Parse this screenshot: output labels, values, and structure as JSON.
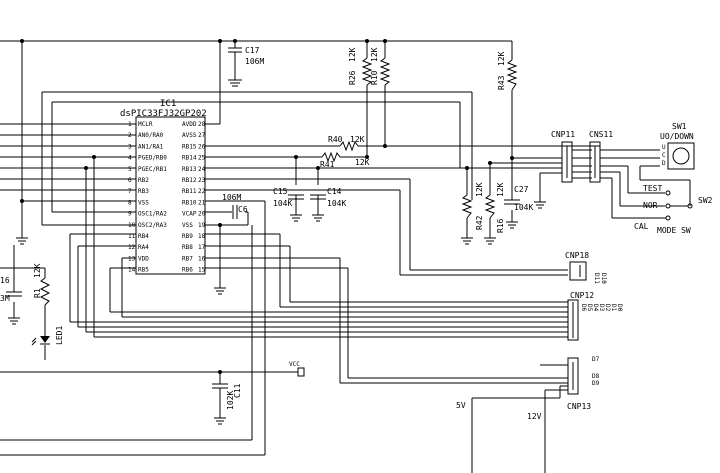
{
  "ic": {
    "ref": "IC1",
    "part": "dsPIC33FJ32GP202",
    "left_pins": [
      {
        "num": "1",
        "name": "MCLR"
      },
      {
        "num": "2",
        "name": "AN0/RA0"
      },
      {
        "num": "3",
        "name": "AN1/RA1"
      },
      {
        "num": "4",
        "name": "PGED/RB0"
      },
      {
        "num": "5",
        "name": "PGEC/RB1"
      },
      {
        "num": "6",
        "name": "RB2"
      },
      {
        "num": "7",
        "name": "RB3"
      },
      {
        "num": "8",
        "name": "VSS"
      },
      {
        "num": "9",
        "name": "OSC1/RA2"
      },
      {
        "num": "10",
        "name": "OSC2/RA3"
      },
      {
        "num": "11",
        "name": "RB4"
      },
      {
        "num": "12",
        "name": "RA4"
      },
      {
        "num": "13",
        "name": "VDD"
      },
      {
        "num": "14",
        "name": "RB5"
      }
    ],
    "right_pins": [
      {
        "num": "28",
        "name": "AVDD"
      },
      {
        "num": "27",
        "name": "AVSS"
      },
      {
        "num": "26",
        "name": "RB15"
      },
      {
        "num": "25",
        "name": "RB14"
      },
      {
        "num": "24",
        "name": "RB13"
      },
      {
        "num": "23",
        "name": "RB12"
      },
      {
        "num": "22",
        "name": "RB11"
      },
      {
        "num": "21",
        "name": "RB10"
      },
      {
        "num": "20",
        "name": "VCAP"
      },
      {
        "num": "19",
        "name": "VSS"
      },
      {
        "num": "18",
        "name": "RB9"
      },
      {
        "num": "17",
        "name": "RB8"
      },
      {
        "num": "16",
        "name": "RB7"
      },
      {
        "num": "15",
        "name": "RB6"
      }
    ]
  },
  "labels": {
    "c17_ref": "C17",
    "c17_val": "106M",
    "r26_ref": "R26",
    "r26_val": "12K",
    "r10_ref": "R10",
    "r10_val": "12K",
    "r43_ref": "R43",
    "r43_val": "12K",
    "r40_ref": "R40",
    "r40_val": "12K",
    "r41_ref": "R41",
    "r41_val": "12K",
    "c15_ref": "C15",
    "c15_val": "104K",
    "c14_ref": "C14",
    "c14_val": "104K",
    "c6_ref": "C6",
    "c6_val": "106M",
    "r42_ref": "R42",
    "r42_val": "12K",
    "r16_ref": "R16",
    "r16_val": "12K",
    "c27_ref": "C27",
    "c27_val": "104K",
    "cnp11": "CNP11",
    "cns11": "CNS11",
    "sw1_ref": "SW1",
    "sw1_name": "UO/DOWN",
    "sw1_pin_u": "U",
    "sw1_pin_c": "C",
    "sw1_pin_d": "D",
    "test": "TEST",
    "nor": "NOR",
    "cal": "CAL",
    "mode_sw": "MODE SW",
    "sw2": "SW2",
    "cnp18": "CNP18",
    "d11": "D11",
    "d10": "D10",
    "cnp12": "CNP12",
    "d6": "D6",
    "d5": "D5",
    "d4": "D4",
    "d3": "D3",
    "d2": "D2",
    "d1": "D1",
    "d0": "D0",
    "d7": "D7",
    "d8": "D8",
    "d9": "D9",
    "cnp13": "CNP13",
    "v5": "5V",
    "v12": "12V",
    "vcc": "VCC",
    "c11_ref": "C11",
    "c11_val": "102K",
    "r1_ref": "R1",
    "r1_val": "12K",
    "led1": "LED1",
    "c16_frag": "16",
    "c16_val_frag": "3M"
  }
}
